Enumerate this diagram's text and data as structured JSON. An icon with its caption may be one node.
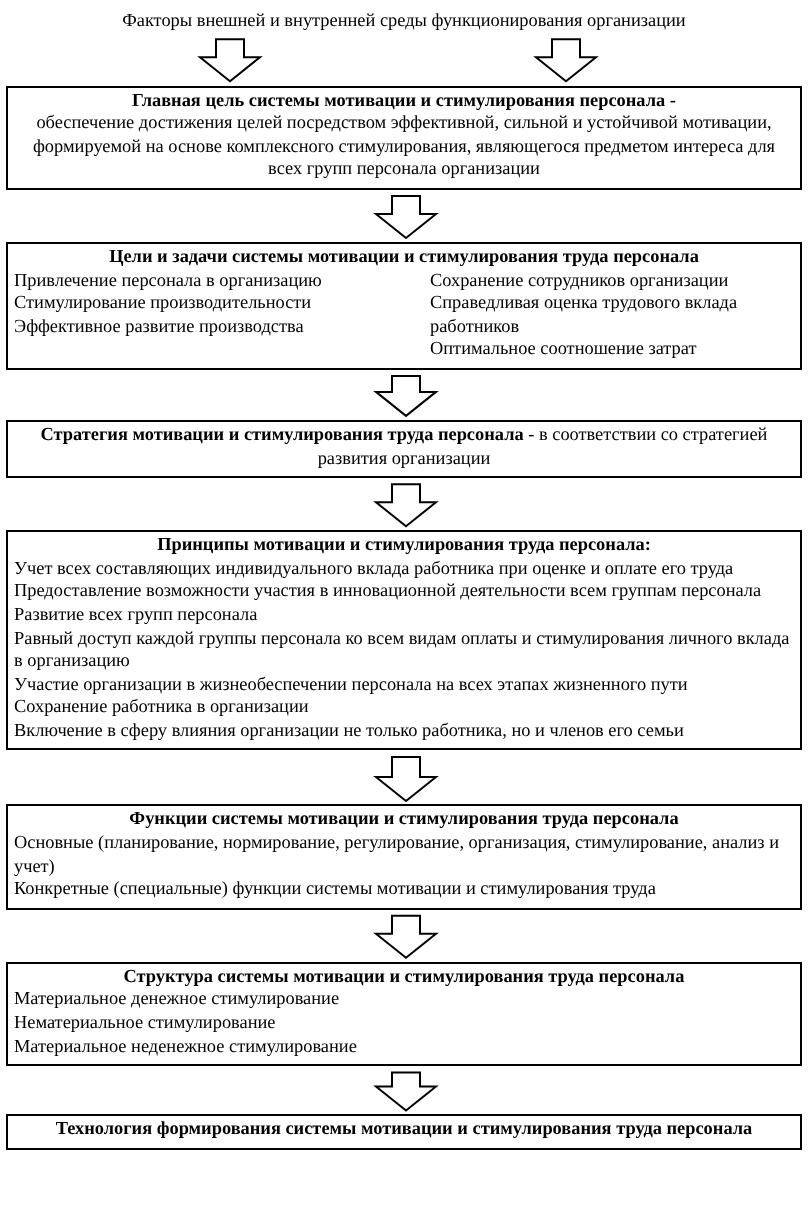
{
  "diagram": {
    "nodes": [
      {
        "text": [
          "Факторы внешней и внутренней среды функционирования организации"
        ]
      },
      {
        "text": [
          "Главная цель системы мотивации и стимулирования персонала -",
          "обеспечение достижения целей посредством эффективной, сильной и устойчивой мотивации, формируемой на основе комплексного стимулирования, являющегося предметом интереса для всех групп персонала организации"
        ]
      },
      {
        "text": [
          "Цели и задачи системы мотивации и стимулирования труда персонала",
          "Привлечение персонала в организацию",
          "Стимулирование производительности",
          "Эффективное развитие производства",
          "Сохранение сотрудников организации",
          "Справедливая оценка трудового вклада работников",
          "Оптимальное соотношение затрат"
        ]
      },
      {
        "text": [
          "**Стратегия мотивации и стимулирования труда персонала** - в соответствии со стратегией развития организации"
        ]
      },
      {
        "text": [
          "Принципы мотивации и стимулирования труда персонала:",
          "Учет всех составляющих индивидуального вклада работника при оценке и оплате его труда",
          "Предоставление возможности участия в инновационной деятельности всем группам персонала",
          "Развитие всех групп персонала",
          "Равный доступ каждой группы персонала ко всем видам оплаты и стимулирования личного вклада в организацию",
          "Участие организации в жизнеобеспечении персонала на всех этапах жизненного пути",
          "Сохранение работника в организации",
          "Включение в сферу влияния организации не только работника, но и членов его семьи"
        ]
      },
      {
        "text": [
          "Функции системы мотивации и стимулирования труда персонала",
          "Основные (планирование, нормирование, регулирование, организация, стимулирование, анализ и учет)",
          "Конкретные (специальные) функции системы мотивации и стимулирования труда"
        ]
      },
      {
        "text": [
          "Структура системы мотивации и стимулирования труда персонала",
          "Материальное денежное стимулирование",
          "Нематериальное стимулирование",
          "Материальное неденежное стимулирование"
        ]
      },
      {
        "text": [
          "Технология формирования системы мотивации и стимулирования труда персонала"
        ]
      }
    ],
    "edges": [
      {
        "from": 0,
        "to": 1,
        "arrow": "to"
      },
      {
        "from": 0,
        "to": 1,
        "arrow": "to"
      },
      {
        "from": 1,
        "to": 2,
        "arrow": "to"
      },
      {
        "from": 2,
        "to": 3,
        "arrow": "to"
      },
      {
        "from": 3,
        "to": 4,
        "arrow": "to"
      },
      {
        "from": 4,
        "to": 5,
        "arrow": "to"
      },
      {
        "from": 5,
        "to": 6,
        "arrow": "to"
      },
      {
        "from": 6,
        "to": 7,
        "arrow": "to"
      }
    ]
  }
}
